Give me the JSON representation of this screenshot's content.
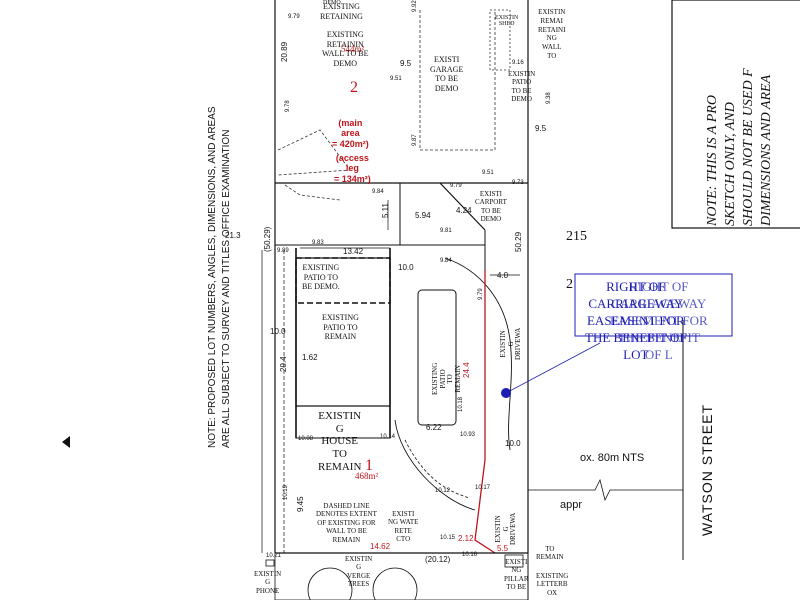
{
  "note_left": {
    "line1": "NOTE:  PROPOSED LOT NUMBERS, ANGLES, DIMENSIONS, AND AREAS",
    "line2": "ARE ALL SUBJECT TO SURVEY AND TITLES OFFICE EXAMINATION"
  },
  "note_right": {
    "line1": "NOTE:  THIS  IS  A  PRO",
    "line2": "SKETCH ONLY, AND",
    "line3": "SHOULD  NOT  BE  USED  F",
    "line4": "DIMENSIONS    AND   AREA"
  },
  "lot2": {
    "number": "2",
    "main_area": "(main\narea\n= 420m²)",
    "access_leg": "(access\nleg\n= 134m²)",
    "overlay_area": "544m²"
  },
  "lot1": {
    "number": "1",
    "area": "468m²"
  },
  "lot215": "215",
  "lot2_edge": "2",
  "street": "WATSON STREET",
  "scale_note": "ox. 80m NTS",
  "appr": "appr",
  "easement_label": "RIGHT OF\nCARRIAGEWAY\nEASEMENT FOR\nTHE BENEFIT OF\nLOT",
  "easement_overlap": "RIGHT OF\nCARRIAGEWAY\nEASEMENT FOR\nTHE BENEFIT\nOF L",
  "labels": {
    "demo_top": "DEMO",
    "existing_retaining": "EXISTING\nRETAINING",
    "existing_retaining_wall_demo": "EXISTING\nRETAININ\nWALL TO BE\nDEMO",
    "existing_garage": "EXISTI\nGARAGE\nTO BE\nDEMO",
    "existing_shed": "EXISTIN\nSHED",
    "existing_remain_wall": "EXISTIN\nREMAI\nRETAINI\nNG\nWALL\nTO",
    "existing_patio_demo_top": "EXISTIN\nPATIO\nTO BE\nDEMO",
    "existing_carport": "EXISTI\nCARPORT\nTO BE\nDEMO",
    "existing_patio_demo": "EXISTING\nPATIO TO\nBE DEMO.",
    "existing_patio_remain": "EXISTING\nPATIO TO\nREMAIN",
    "existing_house": "EXISTIN\nG\nHOUSE\nTO\nREMAIN",
    "existing_patio_remain_v": "EXISTING\nPATIO\nTO\nREMAIN",
    "existing_driveway_a": "EXISTIN\nG\nDRIVEWA",
    "existing_driveway_b": "EXISTIN\nG\nDRIVEWA",
    "dashed_line": "DASHED LINE\nDENOTES EXTENT\nOF EXISTING FOR\nWALL TO BE\nREMAIN",
    "existing_concrete": "EXISTI\nNG WATE\nRETE\nCTO",
    "existing_verge_trees": "EXISTIN\nG\nVERGE\nTREES",
    "existing_phone": "EXISTIN\nG\nPHONE",
    "existing_pillar": "EXISTI\nNG\nPILLAR\nTO BE",
    "existing_letterbox": "EXISTING\nLETTERB\nOX",
    "to_remain": "TO\nREMAIN"
  },
  "dimensions": {
    "d9_79a": "9.79",
    "d20_89": "20.89",
    "d9_92": "9.92",
    "d9_5a": "9.5",
    "d9_51": "9.51",
    "d9_78": "9.78",
    "d9_87": "9.87",
    "d9_16": "9.16",
    "d9_38": "9.38",
    "d9_5b": "9.5",
    "d9_51b": "9.51",
    "d9_73": "9.73",
    "d9_84": "9.84",
    "d9_79b": "9.79",
    "d5_11": "5.11",
    "d5_94": "5.94",
    "d4_24": "4.24",
    "d9_81": "9.81",
    "d9_83": "9.83",
    "d13_42": "13.42",
    "d50_29a": "(50.29)",
    "d50_29b": "50.29",
    "d9_89": "9.89",
    "d21_3": "21.3",
    "d10_0a": "10.0",
    "d9_84b": "9.84",
    "d4_0": "4.0",
    "d9_79c": "9.79",
    "d10_0b": "10.0",
    "d29_4": "29.4",
    "d1_62": "1.62",
    "d10_08": "10.08",
    "d10_14": "10.14",
    "d6_22": "6.22",
    "d10_93": "10.93",
    "d10_18": "10.18",
    "d10_0c": "10.0",
    "d10_19": "10.19",
    "d9_45": "9.45",
    "d10_12": "10.12",
    "d10_17": "10.17",
    "d10_15": "10.15",
    "d14_62": "14.62",
    "d2_12": "2.12",
    "d20_12": "(20.12)",
    "d10_16": "10.16",
    "d5_5": "5.5",
    "d10_21": "10.21",
    "d24_4": "24.4"
  },
  "colors": {
    "red": "#c0151b",
    "blue": "#1e1eb4",
    "line": "#111111"
  }
}
